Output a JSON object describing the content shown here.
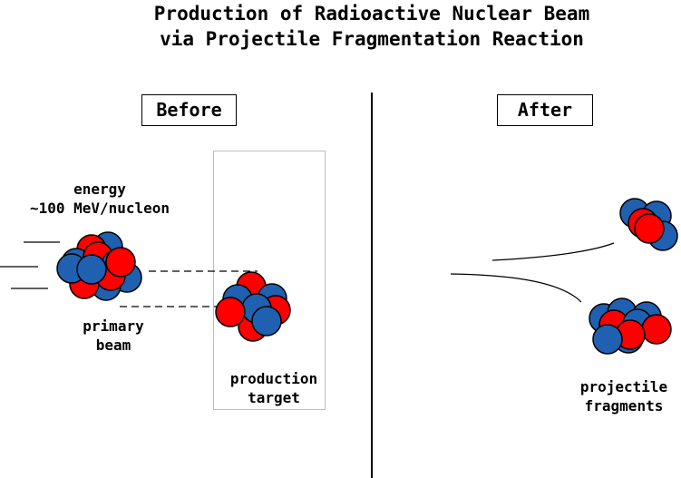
{
  "title": {
    "line1": "Production of Radioactive Nuclear Beam",
    "line2": "via Projectile Fragmentation Reaction"
  },
  "panels": {
    "before": "Before",
    "after": "After"
  },
  "labels": {
    "energy_line1": "energy",
    "energy_line2": "~100 MeV/nucleon",
    "beam_line1": "primary",
    "beam_line2": "beam",
    "target_line1": "production",
    "target_line2": "target",
    "fragments_line1": "projectile",
    "fragments_line2": "fragments"
  },
  "colors": {
    "proton": "#ff0000",
    "neutron": "#2060b0",
    "outline": "#000000",
    "target_border": "#bdbdbd"
  }
}
